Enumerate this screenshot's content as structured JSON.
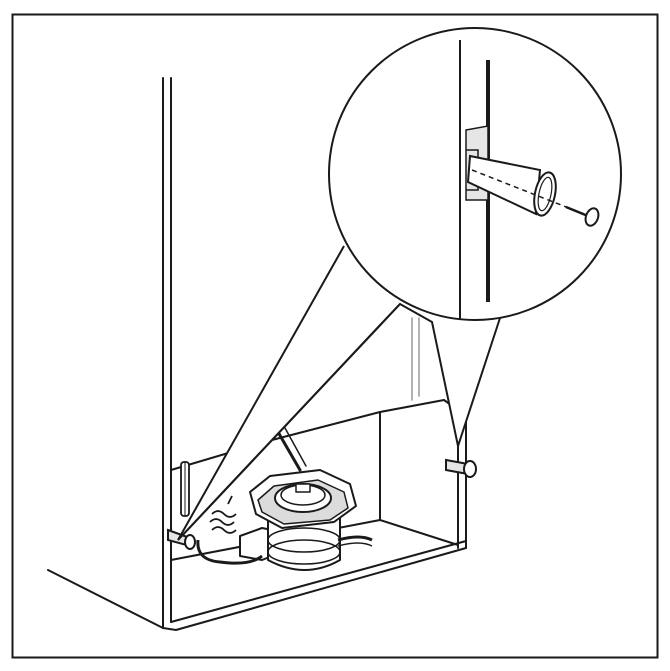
{
  "figure": {
    "kind": "line-art technical illustration",
    "colors": {
      "ink": "#1a1a1a",
      "paper": "#ffffff",
      "shade": "#cfcfcf",
      "light_shade": "#e6e6e6"
    },
    "icons": {
      "frame": "frame-border",
      "magnifier": "detail-callout-circle",
      "cabinet": "appliance-cabinet",
      "compressor": "compressor",
      "plug": "rubber-plug",
      "pin": "fixing-pin",
      "spring": "coil-spring",
      "cable": "cable"
    }
  }
}
